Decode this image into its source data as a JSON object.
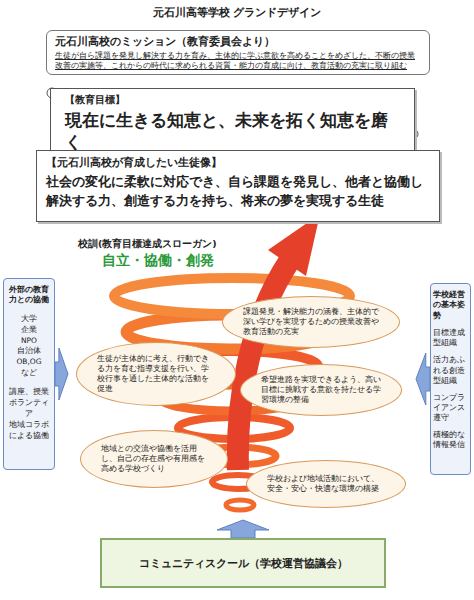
{
  "diagram": {
    "title": "元石川高等学校 グランドデザイン",
    "nodes": [
      {
        "text": [
          "元石川高校のミッション（教育委員会より）",
          "生徒が自ら課題を発見し解決する力を育み、主体的に学ぶ意欲を高めることをめざした、不断の授業改善の実施等、これからの時代に求められる資質・能力の育成に向け、教育活動の充実に取り組む"
        ]
      },
      {
        "text": [
          "【教育目標】",
          "現在に生きる知恵と、未来を拓く知恵を磨く"
        ]
      },
      {
        "text": [
          "【元石川高校が育成したい生徒像】",
          "社会の変化に柔軟に対応でき、自ら課題を発見し、他者と協働し 解決する力、創造する力を持ち、将来の夢を実現する生徒"
        ]
      },
      {
        "text": [
          "外部の教育力との協働",
          "大学 企業 NPO 自治体 OB,OG など",
          "講座、授業 ボランティア 地域コラボ による協働"
        ]
      },
      {
        "text": [
          "校訓(教育目標達成スローガン)",
          "自立・協働・創発"
        ]
      },
      {
        "text": [
          "課題発見・解決能力の涵養、主体的で深い学びを実現するための授業改善や教育活動の充実"
        ],
        "in": 4
      },
      {
        "text": [
          "生徒が主体的に考え、行動できる力を育む指導支援を行い、学校行事を通した主体的な活動を促進"
        ],
        "in": 4
      },
      {
        "text": [
          "希望進路を実現できるよう、高い目標に挑戦する意欲を持たせる学習環境の整備"
        ],
        "in": 4
      },
      {
        "text": [
          "地域との交流や協働を活用し、自己の存在感や有用感を高める学校づくり"
        ],
        "in": 4
      },
      {
        "text": [
          "学校および地域活動において、安全・安心・快適な環境の構築"
        ],
        "in": 4
      },
      {
        "text": [
          "学校経営の基本姿勢",
          "目標達成型組織",
          "活力あふれる創造型組織",
          "コンプライアンス遵守",
          "積極的な情報発信"
        ]
      },
      {
        "text": [
          "コミュニティスクール（学校運営協議会）"
        ]
      }
    ],
    "edges": [
      {
        "from": 3,
        "to": 4,
        "arrow": "to"
      },
      {
        "from": 10,
        "to": 4,
        "arrow": "to"
      },
      {
        "from": 11,
        "to": 4,
        "arrow": "to"
      }
    ]
  }
}
